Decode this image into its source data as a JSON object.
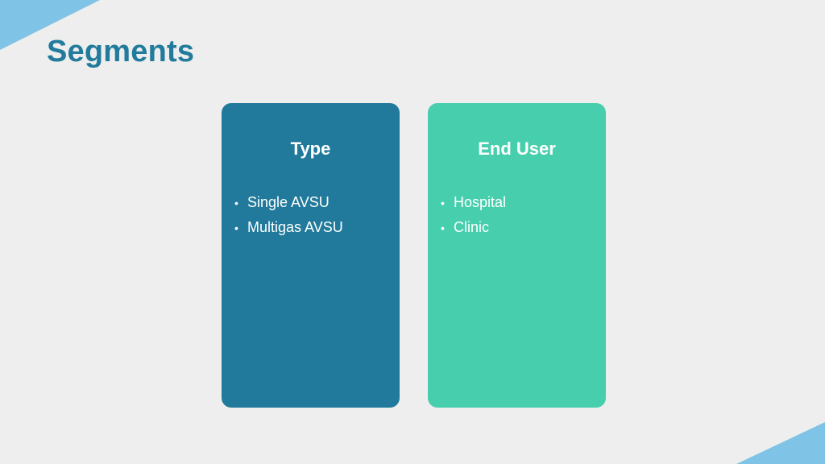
{
  "slide": {
    "title": "Segments"
  },
  "cards": [
    {
      "heading": "Type",
      "items": [
        "Single AVSU",
        "Multigas AVSU"
      ]
    },
    {
      "heading": "End User",
      "items": [
        "Hospital",
        "Clinic"
      ]
    }
  ],
  "colors": {
    "background": "#eeeeee",
    "title": "#227b9c",
    "card_type": "#217a9b",
    "card_end_user": "#47cfad",
    "corner_accent": "#7fc4e6"
  }
}
